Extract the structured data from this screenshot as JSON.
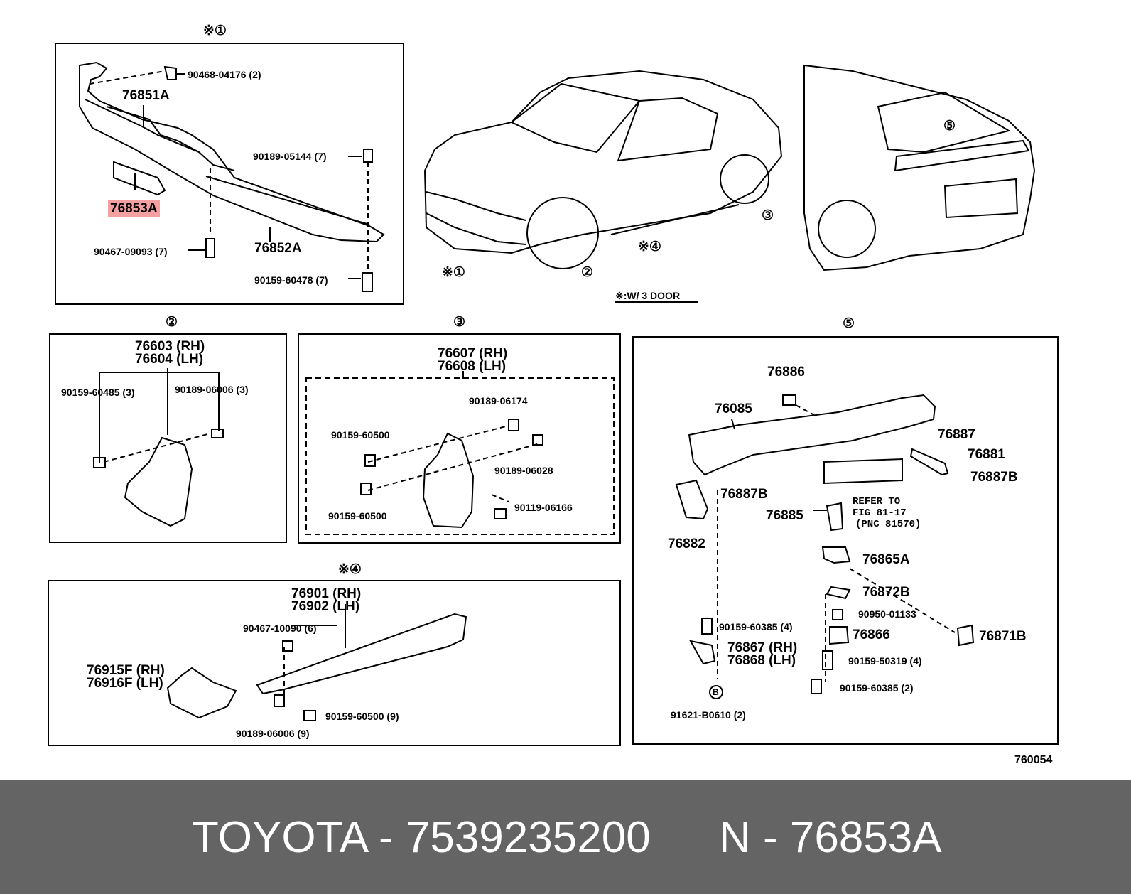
{
  "sections": {
    "s1": {
      "title": "※①"
    },
    "s2": {
      "title": "②"
    },
    "s3": {
      "title": "③"
    },
    "s4": {
      "title": "※④"
    },
    "s5": {
      "title": "⑤"
    }
  },
  "car_callouts": {
    "c1": "※①",
    "c2": "②",
    "c3": "③",
    "c4": "※④",
    "c5": "⑤",
    "note": "※:W/ 3 DOOR"
  },
  "parts": {
    "p90468": "90468-04176 (2)",
    "p76851A": "76851A",
    "p90189_05144": "90189-05144 (7)",
    "p76853A": "76853A",
    "p90467_09093": "90467-09093 (7)",
    "p76852A": "76852A",
    "p90159_60478": "90159-60478 (7)",
    "p76603": "76603 (RH)",
    "p76604": "76604 (LH)",
    "p90159_60485": "90159-60485 (3)",
    "p90189_06006a": "90189-06006 (3)",
    "p76607": "76607 (RH)",
    "p76608": "76608 (LH)",
    "p90189_06174": "90189-06174",
    "p90159_60500a": "90159-60500",
    "p90189_06028": "90189-06028",
    "p90119_06166": "90119-06166",
    "p90159_60500b": "90159-60500",
    "p76901": "76901 (RH)",
    "p76902": "76902 (LH)",
    "p90467_10090": "90467-10090 (6)",
    "p76915F": "76915F (RH)",
    "p76916F": "76916F (LH)",
    "p90159_60500c": "90159-60500 (9)",
    "p90189_06006b": "90189-06006 (9)",
    "p76886": "76886",
    "p76085": "76085",
    "p76887": "76887",
    "p76881": "76881",
    "p76887Ba": "76887B",
    "p76887Bb": "76887B",
    "p76882": "76882",
    "p76885": "76885",
    "refer1": "REFER TO",
    "refer2": "FIG 81-17",
    "refer3": "(PNC 81570)",
    "p76865A": "76865A",
    "p76872B": "76872B",
    "p90950": "90950-01133",
    "p90159_60385a": "90159-60385 (4)",
    "p76866": "76866",
    "p76871B": "76871B",
    "p76867": "76867 (RH)",
    "p76868": "76868 (LH)",
    "p90159_50319": "90159-50319 (4)",
    "p90159_60385b": "90159-60385 (2)",
    "b_mark": "B",
    "p91621": "91621-B0610 (2)"
  },
  "figure_no": "760054",
  "footer": {
    "left": "TOYOTA - 7539235200",
    "right": "N - 76853A"
  },
  "colors": {
    "highlight": "#f4a0a0",
    "footer_bg": "#646464",
    "footer_text": "#ffffff"
  }
}
